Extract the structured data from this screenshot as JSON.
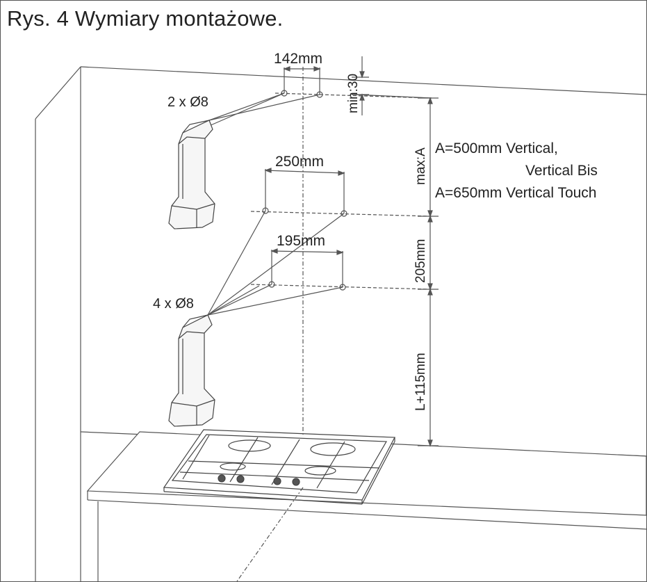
{
  "title": "Rys. 4 Wymiary montażowe.",
  "labels": {
    "top_holes": "2 x Ø8",
    "bottom_holes": "4 x Ø8",
    "dim_142": "142mm",
    "dim_min30": "min:30",
    "dim_250": "250mm",
    "dim_195": "195mm",
    "dim_maxA": "max:A",
    "dim_205": "205mm",
    "dim_L115": "L+115mm",
    "note_line1": "A=500mm Vertical,",
    "note_line2": "Vertical Bis",
    "note_line3": "A=650mm Vertical Touch"
  }
}
